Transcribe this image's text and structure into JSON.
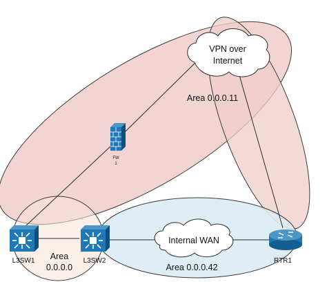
{
  "colors": {
    "area_pink_fill": "#f0cdca",
    "area_blue_fill": "#dcebf3",
    "area_stroke": "#3a3a3a",
    "device_blue": "#1f79b6",
    "cloud_fill": "#ffffff"
  },
  "areas": {
    "area_11_label": "Area 0.0.0.11",
    "area_0_label_line1": "Area",
    "area_0_label_line2": "0.0.0.0",
    "area_42_label": "Area 0.0.0.42"
  },
  "clouds": {
    "vpn_line1": "VPN over",
    "vpn_line2": "Internet",
    "wan_label": "Internal WAN"
  },
  "devices": {
    "fw_label_line1": "FW",
    "fw_label_line2": "1",
    "fw_icon": "firewall-icon",
    "l3sw1_label": "L3SW1",
    "l3sw1_icon": "layer3-switch-icon",
    "l3sw2_label": "L3SW2",
    "l3sw2_icon": "layer3-switch-icon",
    "rtr1_label": "RTR1",
    "rtr1_icon": "router-icon"
  }
}
